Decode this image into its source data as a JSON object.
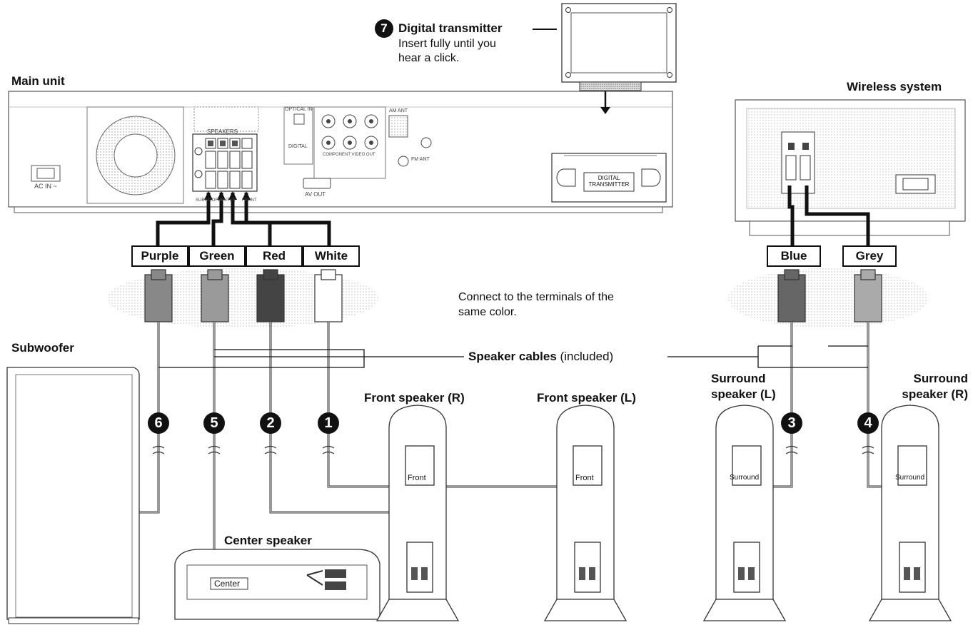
{
  "units": {
    "main_unit": "Main unit",
    "wireless_system": "Wireless system",
    "subwoofer": "Subwoofer",
    "center_speaker": "Center speaker",
    "front_speaker_r": "Front speaker (R)",
    "front_speaker_l": "Front speaker (L)",
    "surround_speaker_l": "Surround\nspeaker (L)",
    "surround_speaker_r": "Surround\nspeaker (R)"
  },
  "transmitter": {
    "step": "7",
    "title": "Digital transmitter",
    "note": "Insert fully until you\nhear a click.",
    "slot_label": "DIGITAL\nTRANSMITTER"
  },
  "cable_colors": [
    "Purple",
    "Green",
    "Red",
    "White",
    "Blue",
    "Grey"
  ],
  "connect_note": "Connect to the terminals of the\nsame color.",
  "speaker_cables": {
    "label": "Speaker cables",
    "suffix": "(included)"
  },
  "steps": [
    "6",
    "5",
    "2",
    "1",
    "3",
    "4"
  ],
  "speaker_tags": {
    "front": "Front",
    "surround": "Surround",
    "center": "Center"
  },
  "panel_labels": {
    "speakers": "SPEAKERS",
    "ac_in": "AC IN ~",
    "av_out": "AV OUT",
    "optical_in": "OPTICAL IN",
    "digital": "DIGITAL",
    "am_ant": "AM ANT",
    "fm_ant": "FM ANT",
    "component_video_out": "COMPONENT VIDEO OUT",
    "subwoofer_term": "SUBWOOFER",
    "center_term": "CENTER",
    "front_term": "FRONT"
  }
}
